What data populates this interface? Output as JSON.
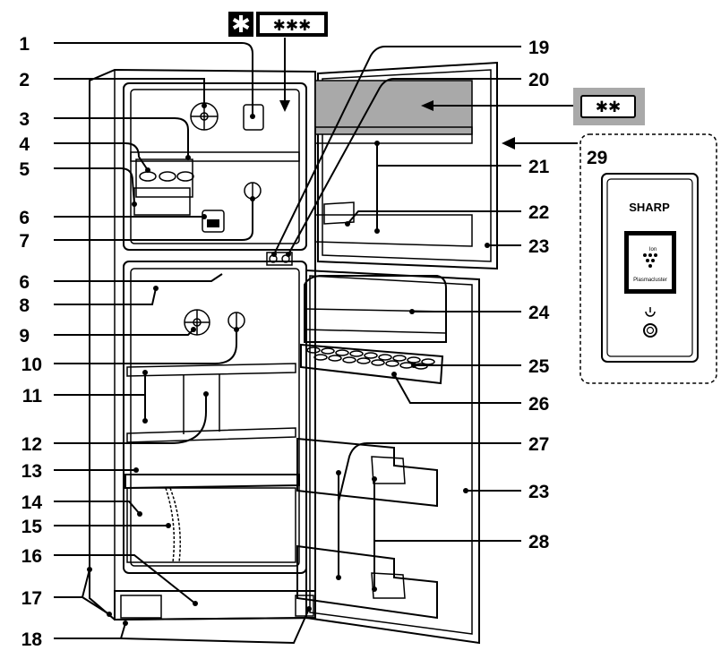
{
  "callouts": [
    "1",
    "2",
    "3",
    "4",
    "5",
    "6",
    "7",
    "8",
    "9",
    "10",
    "11",
    "12",
    "13",
    "14",
    "15",
    "16",
    "17",
    "18",
    "19",
    "20",
    "21",
    "22",
    "23",
    "24",
    "25",
    "26",
    "27",
    "28",
    "29"
  ],
  "freezer_rating_badge": {
    "asterisk": "✱",
    "stars": "✱✱✱"
  },
  "door_rating_badge": {
    "stars": "✱✱"
  },
  "control_panel": {
    "brand": "SHARP",
    "ion_mark": "Ion",
    "ion_label": "Plasmacluster",
    "power_icon": "power-icon"
  },
  "colors": {
    "line": "#000000",
    "shelf_fill": "#d9d9d9",
    "badge_fill": "#000000",
    "door_highlight": "#a9a9a9"
  }
}
